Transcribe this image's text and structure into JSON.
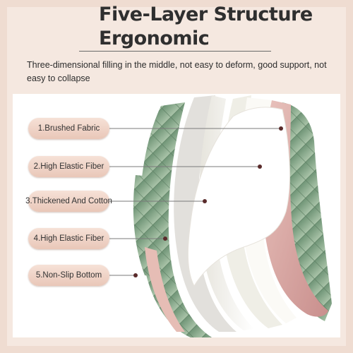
{
  "title": {
    "line1": "Five-Layer Structure",
    "line2": "Ergonomic"
  },
  "description": "Three-dimensional filling in the middle, not easy  to deform, good support, not easy to collapse",
  "layers": [
    {
      "label": "1.Brushed Fabric"
    },
    {
      "label": "2.High Elastic Fiber"
    },
    {
      "label": "3.Thickened And Cotton"
    },
    {
      "label": "4.High Elastic Fiber"
    },
    {
      "label": "5.Non-Slip Bottom"
    }
  ],
  "colors": {
    "background": "#efdcd1",
    "label_pill": "#f0d2c4",
    "green_fabric": "#8fae92",
    "pink_base": "#d9a9a6",
    "cotton": "#f3f2ea"
  }
}
